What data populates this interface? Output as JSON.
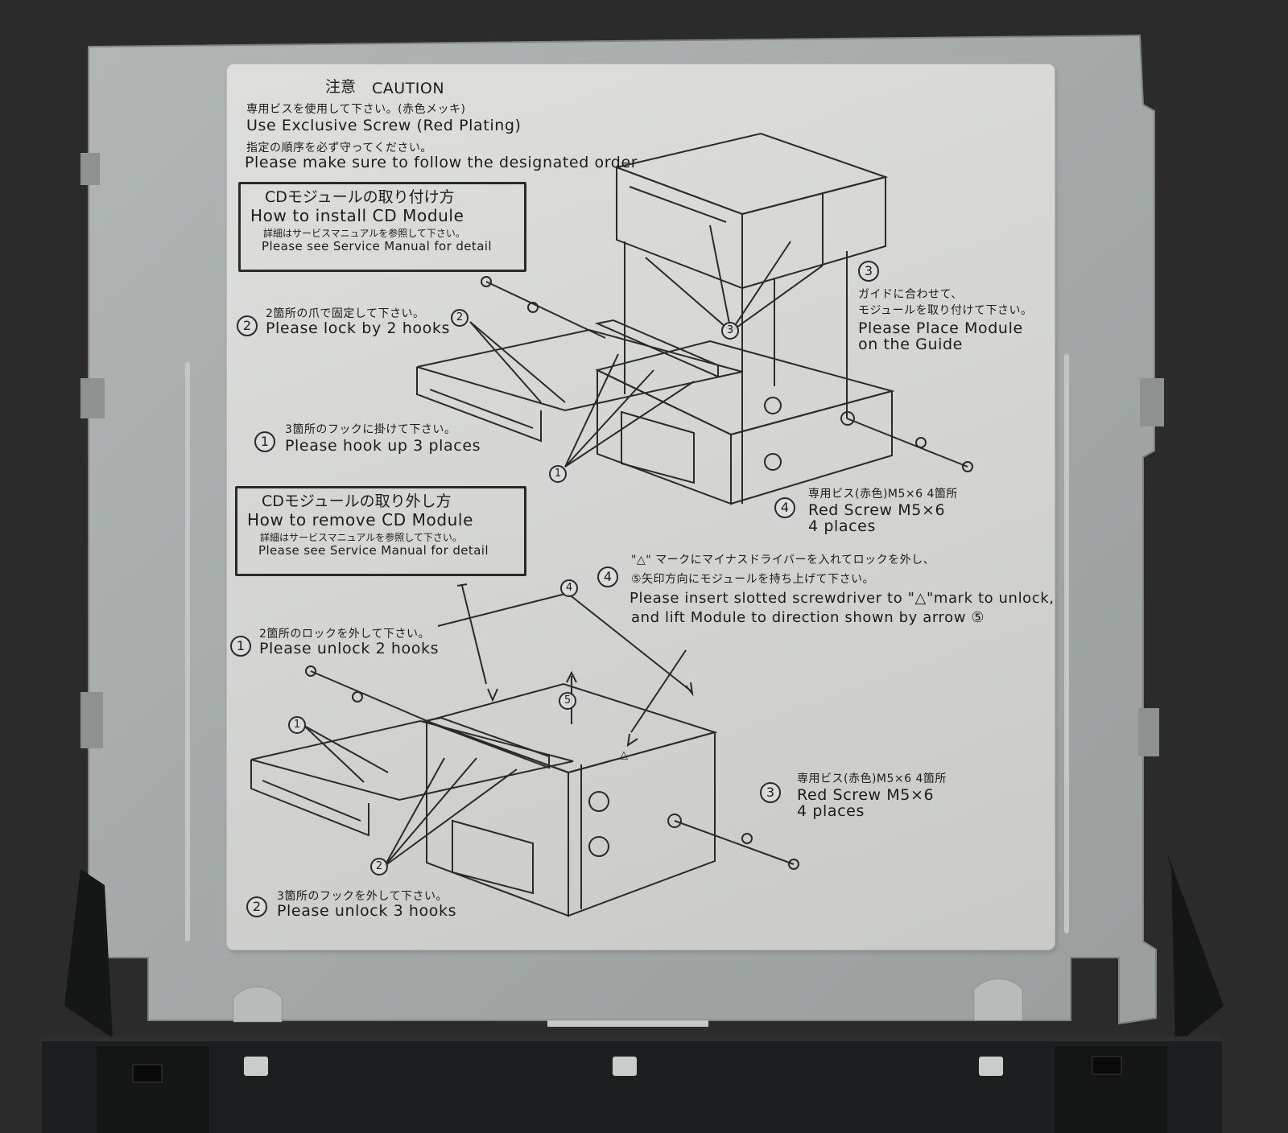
{
  "caution": {
    "jp": "注意",
    "en": "CAUTION"
  },
  "screw_note": {
    "jp": "専用ビスを使用して下さい。(赤色メッキ)",
    "en": "Use Exclusive Screw (Red Plating)"
  },
  "order_note": {
    "jp": "指定の順序を必ず守ってください。",
    "en": "Please make sure to follow the designated order"
  },
  "install_box": {
    "title_jp": "CDモジュールの取り付け方",
    "title_en": "How to install CD Module",
    "note_jp": "詳細はサービスマニュアルを参照して下さい。",
    "note_en": "Please see Service Manual for detail"
  },
  "remove_box": {
    "title_jp": "CDモジュールの取り外し方",
    "title_en": "How to remove CD Module",
    "note_jp": "詳細はサービスマニュアルを参照して下さい。",
    "note_en": "Please see Service Manual for detail"
  },
  "install_steps": {
    "s1": {
      "num": "1",
      "jp": "3箇所のフックに掛けて下さい。",
      "en": "Please hook up 3 places"
    },
    "s2": {
      "num": "2",
      "jp": "2箇所の爪で固定して下さい。",
      "en": "Please lock by 2 hooks"
    },
    "s3": {
      "num": "3",
      "jp1": "ガイドに合わせて、",
      "jp2": "モジュールを取り付けて下さい。",
      "en1": "Please Place Module",
      "en2": "on the Guide"
    },
    "s4": {
      "num": "4",
      "jp": "専用ビス(赤色)M5×6 4箇所",
      "en1": "Red Screw M5×6",
      "en2": "4 places"
    }
  },
  "remove_steps": {
    "s1": {
      "num": "1",
      "jp": "2箇所のロックを外して下さい。",
      "en": "Please unlock 2 hooks"
    },
    "s2": {
      "num": "2",
      "jp": "3箇所のフックを外して下さい。",
      "en": "Please unlock 3 hooks"
    },
    "s3": {
      "num": "3",
      "jp": "専用ビス(赤色)M5×6 4箇所",
      "en1": "Red Screw M5×6",
      "en2": "4 places"
    },
    "s4": {
      "num": "4",
      "jp1": "\"△\" マークにマイナスドライバーを入れてロックを外し、",
      "jp2": "⑤矢印方向にモジュールを持ち上げて下さい。",
      "en1": "Please insert slotted screwdriver to \"△\"mark to unlock,",
      "en2": "and lift Module to direction shown by arrow ⑤"
    }
  },
  "diagram_callouts": {
    "n1": "1",
    "n2": "2",
    "n3": "3",
    "n4": "4",
    "n5": "5",
    "tri": "△"
  },
  "colors": {
    "label": "#d6d7d5",
    "chassis": "#a7acab",
    "ink": "#1c1c1c",
    "bezel": "#1d1e1f"
  }
}
